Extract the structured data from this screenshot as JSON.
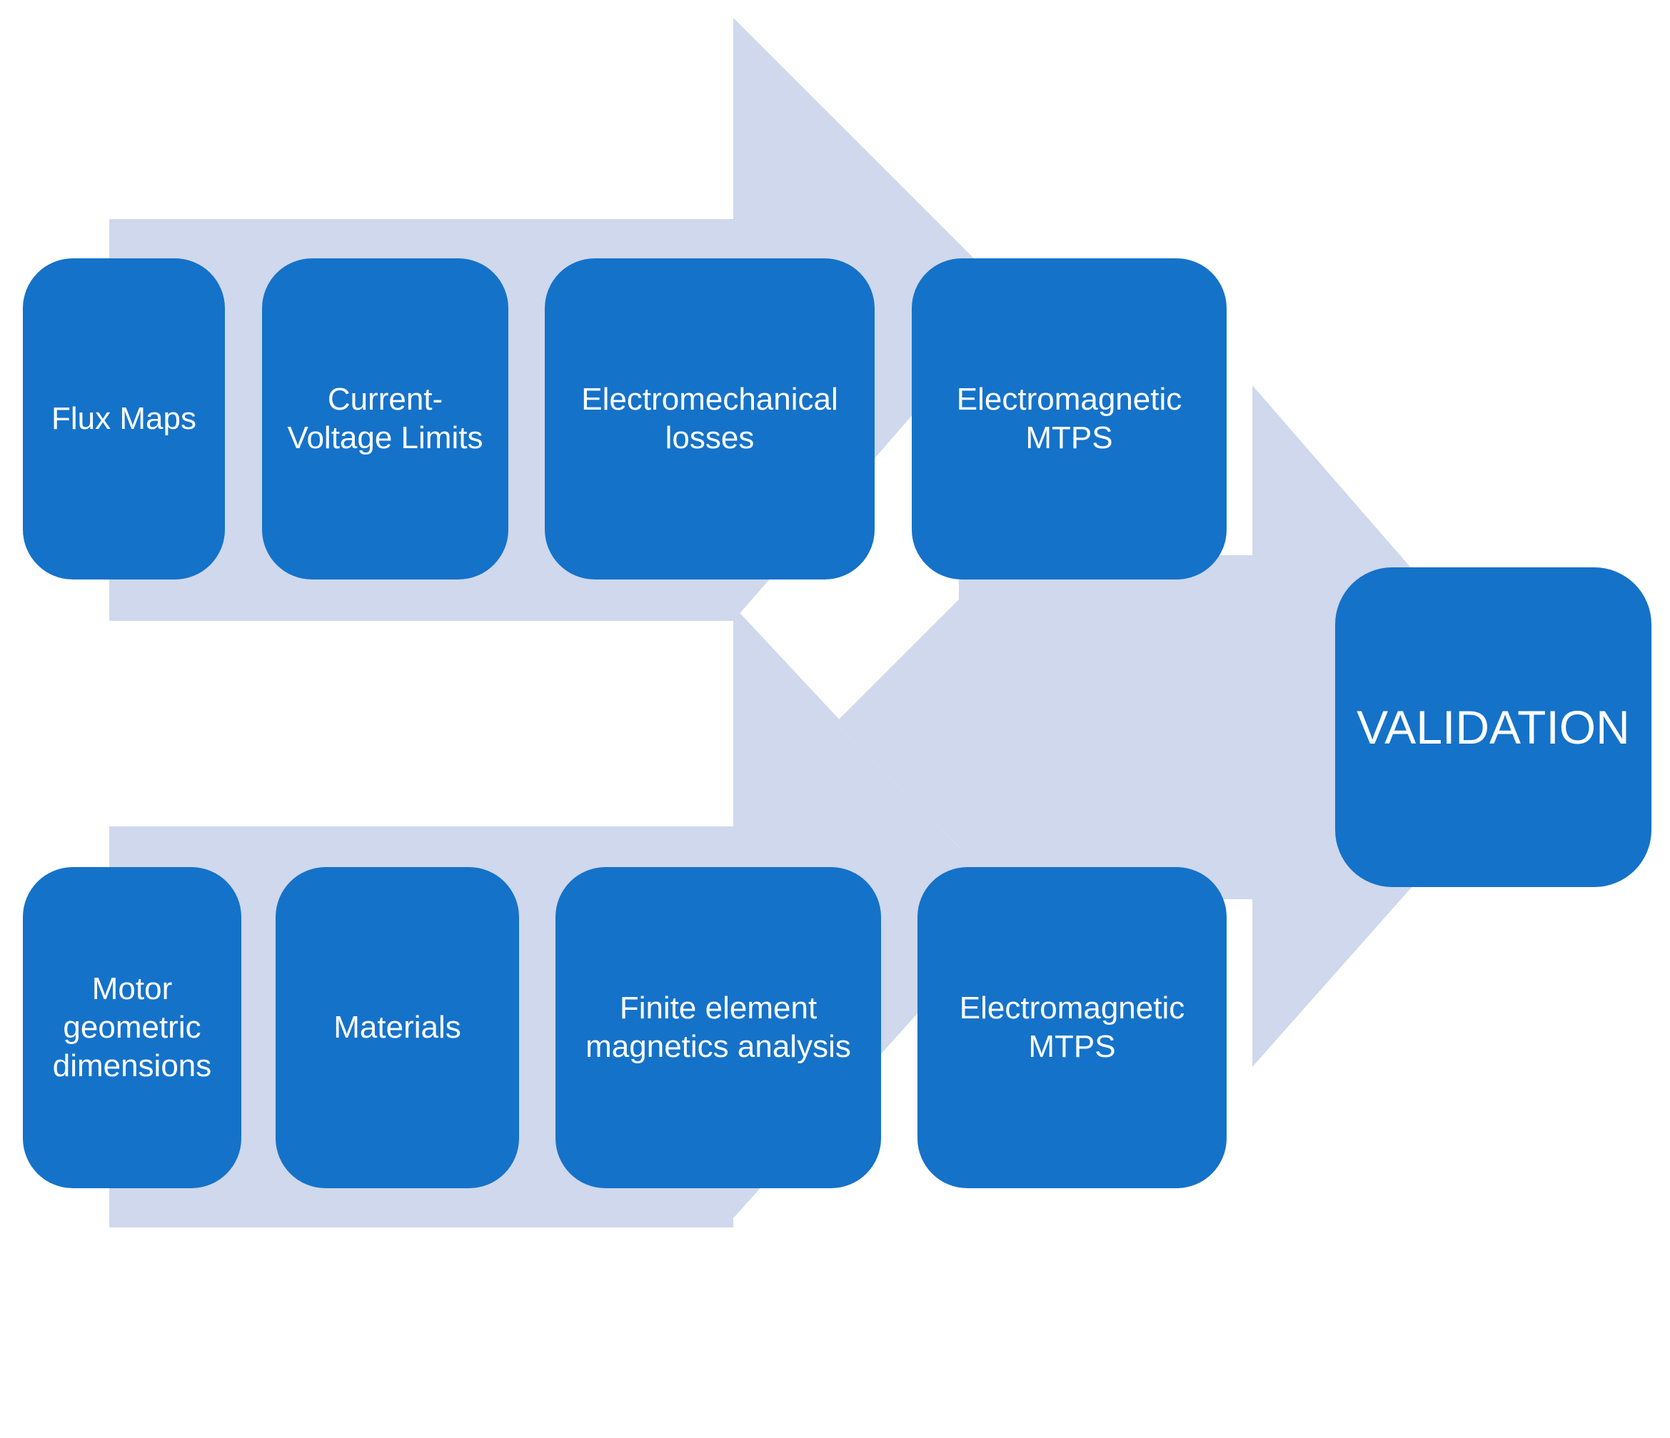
{
  "colors": {
    "arrow_fill": "#cfd8ec",
    "box_fill": "#1572c9",
    "text": "#ffffff"
  },
  "top_row": [
    {
      "label": "Flux Maps"
    },
    {
      "label": "Current-\nVoltage Limits"
    },
    {
      "label": "Electromechanical\nlosses"
    },
    {
      "label": "Electromagnetic\nMTPS"
    }
  ],
  "bottom_row": [
    {
      "label": "Motor\ngeometric\ndimensions"
    },
    {
      "label": "Materials"
    },
    {
      "label": "Finite element\nmagnetics analysis"
    },
    {
      "label": "Electromagnetic\nMTPS"
    }
  ],
  "result": {
    "label": "VALIDATION"
  }
}
